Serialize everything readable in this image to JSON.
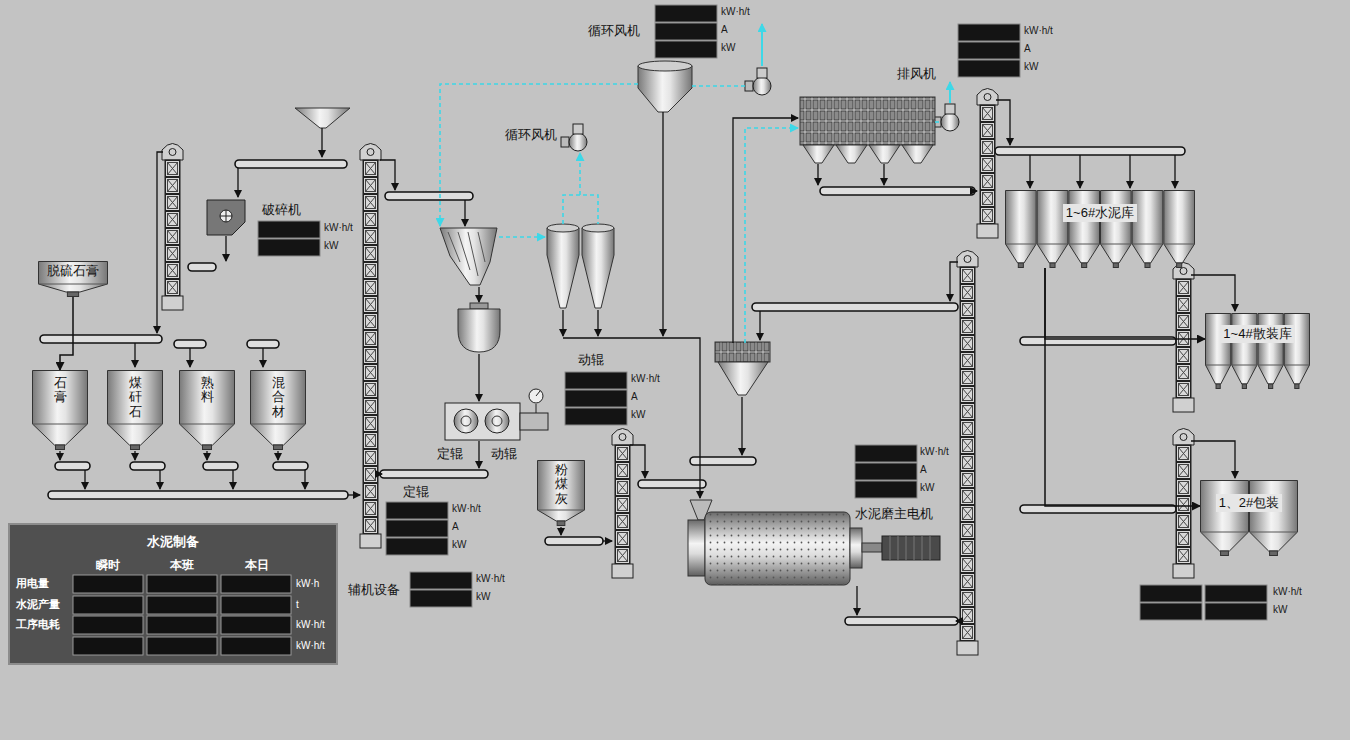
{
  "diagram": {
    "nodes": [
      {
        "text": [
          "脱硫石膏"
        ]
      },
      {
        "text": [
          "石膏"
        ]
      },
      {
        "text": [
          "煤矸石"
        ]
      },
      {
        "text": [
          "熟料"
        ]
      },
      {
        "text": [
          "混合材"
        ]
      },
      {
        "text": [
          "粉煤灰"
        ]
      },
      {
        "text": [
          "1~6#水泥库"
        ]
      },
      {
        "text": [
          "1~4#散装库"
        ]
      },
      {
        "text": [
          "1、2#包装"
        ]
      },
      {
        "text": [
          "水泥制备"
        ]
      }
    ],
    "edges": [
      {
        "from": 0,
        "to": 1,
        "arrow": "to"
      },
      {
        "from": 6,
        "to": 7,
        "arrow": "to"
      },
      {
        "from": 6,
        "to": 8,
        "arrow": "to"
      }
    ],
    "labels": [
      "循环风机",
      "kW·h/t",
      "A",
      "kW",
      "排风机",
      "kW·h/t",
      "A",
      "kW",
      "循环风机",
      "破碎机",
      "kW·h/t",
      "kW",
      "动辊",
      "kW·h/t",
      "A",
      "kW",
      "定辊",
      "动辊",
      "定辊",
      "kW·h/t",
      "A",
      "kW",
      "辅机设备",
      "kW·h/t",
      "kW",
      "kW·h/t",
      "A",
      "kW",
      "水泥磨主电机",
      "kW·h/t",
      "kW",
      "瞬时",
      "本班",
      "本日",
      "用电量",
      "水泥产量",
      "工序电耗",
      "kW·h",
      "t",
      "kW·h/t",
      "kW·h/t"
    ]
  }
}
